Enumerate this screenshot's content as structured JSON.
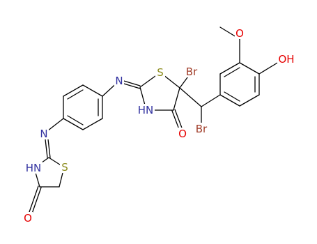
{
  "molecule": {
    "colors": {
      "bond": "#000000",
      "nitrogen": "#3232a0",
      "sulfur": "#8c8c1e",
      "oxygen": "#e60000",
      "bromine": "#a03c28"
    },
    "labels": {
      "n_imine_upper": "N",
      "s_upper": "S",
      "br_quaternary": "Br",
      "nh_upper": "HN",
      "o_carbonyl_upper": "O",
      "br_benzylic": "Br",
      "o_methoxy": "O",
      "oh_phenol": "OH",
      "n_imine_lower": "N",
      "nh_lower": "HN",
      "s_lower": "S",
      "o_carbonyl_lower": "O"
    }
  }
}
